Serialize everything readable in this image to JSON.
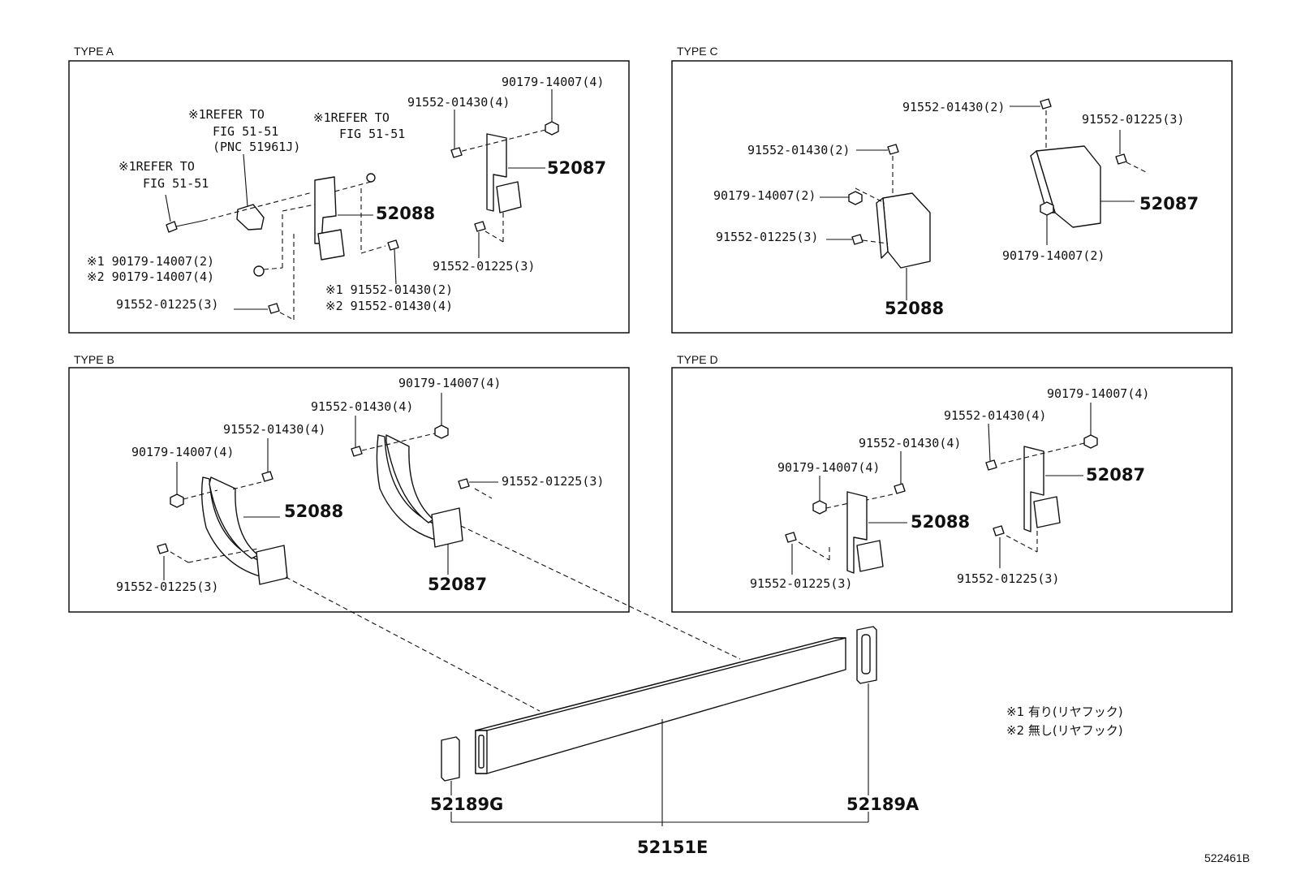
{
  "sections": {
    "type_a": "TYPE A",
    "type_b": "TYPE B",
    "type_c": "TYPE C",
    "type_d": "TYPE D"
  },
  "type_a": {
    "refer1_l1": "※1REFER TO",
    "refer1_l2": "FIG 51-51",
    "refer2_l1": "※1REFER TO",
    "refer2_l2": "FIG 51-51",
    "refer2_l3": "(PNC 51961J)",
    "refer3_l1": "※1REFER TO",
    "refer3_l2": "FIG 51-51",
    "n1": "90179-14007(4)",
    "n2": "91552-01430(4)",
    "n3": "52087",
    "n4": "52088",
    "n5": "※1 90179-14007(2)",
    "n6": "※2 90179-14007(4)",
    "n7": "91552-01225(3)",
    "n8": "※1 91552-01430(2)",
    "n9": "※2 91552-01430(4)",
    "n10": "91552-01225(3)"
  },
  "type_b": {
    "n1": "90179-14007(4)",
    "n2": "91552-01430(4)",
    "n3": "91552-01430(4)",
    "n4": "90179-14007(4)",
    "n5": "91552-01225(3)",
    "n6": "52088",
    "n7": "91552-01225(3)",
    "n8": "52087"
  },
  "type_c": {
    "n1": "91552-01430(2)",
    "n2": "91552-01225(3)",
    "n3": "91552-01430(2)",
    "n4": "90179-14007(2)",
    "n5": "52087",
    "n6": "91552-01225(3)",
    "n7": "90179-14007(2)",
    "n8": "52088"
  },
  "type_d": {
    "n1": "90179-14007(4)",
    "n2": "91552-01430(4)",
    "n3": "91552-01430(4)",
    "n4": "90179-14007(4)",
    "n5": "52087",
    "n6": "52088",
    "n7": "91552-01225(3)",
    "n8": "91552-01225(3)"
  },
  "main": {
    "left_cap": "52189G",
    "right_cap": "52189A",
    "frame": "52151E"
  },
  "notes": {
    "line1": "※1 有り(リヤフック)",
    "line2": "※2 無し(リヤフック)"
  },
  "figure_id": "522461B"
}
